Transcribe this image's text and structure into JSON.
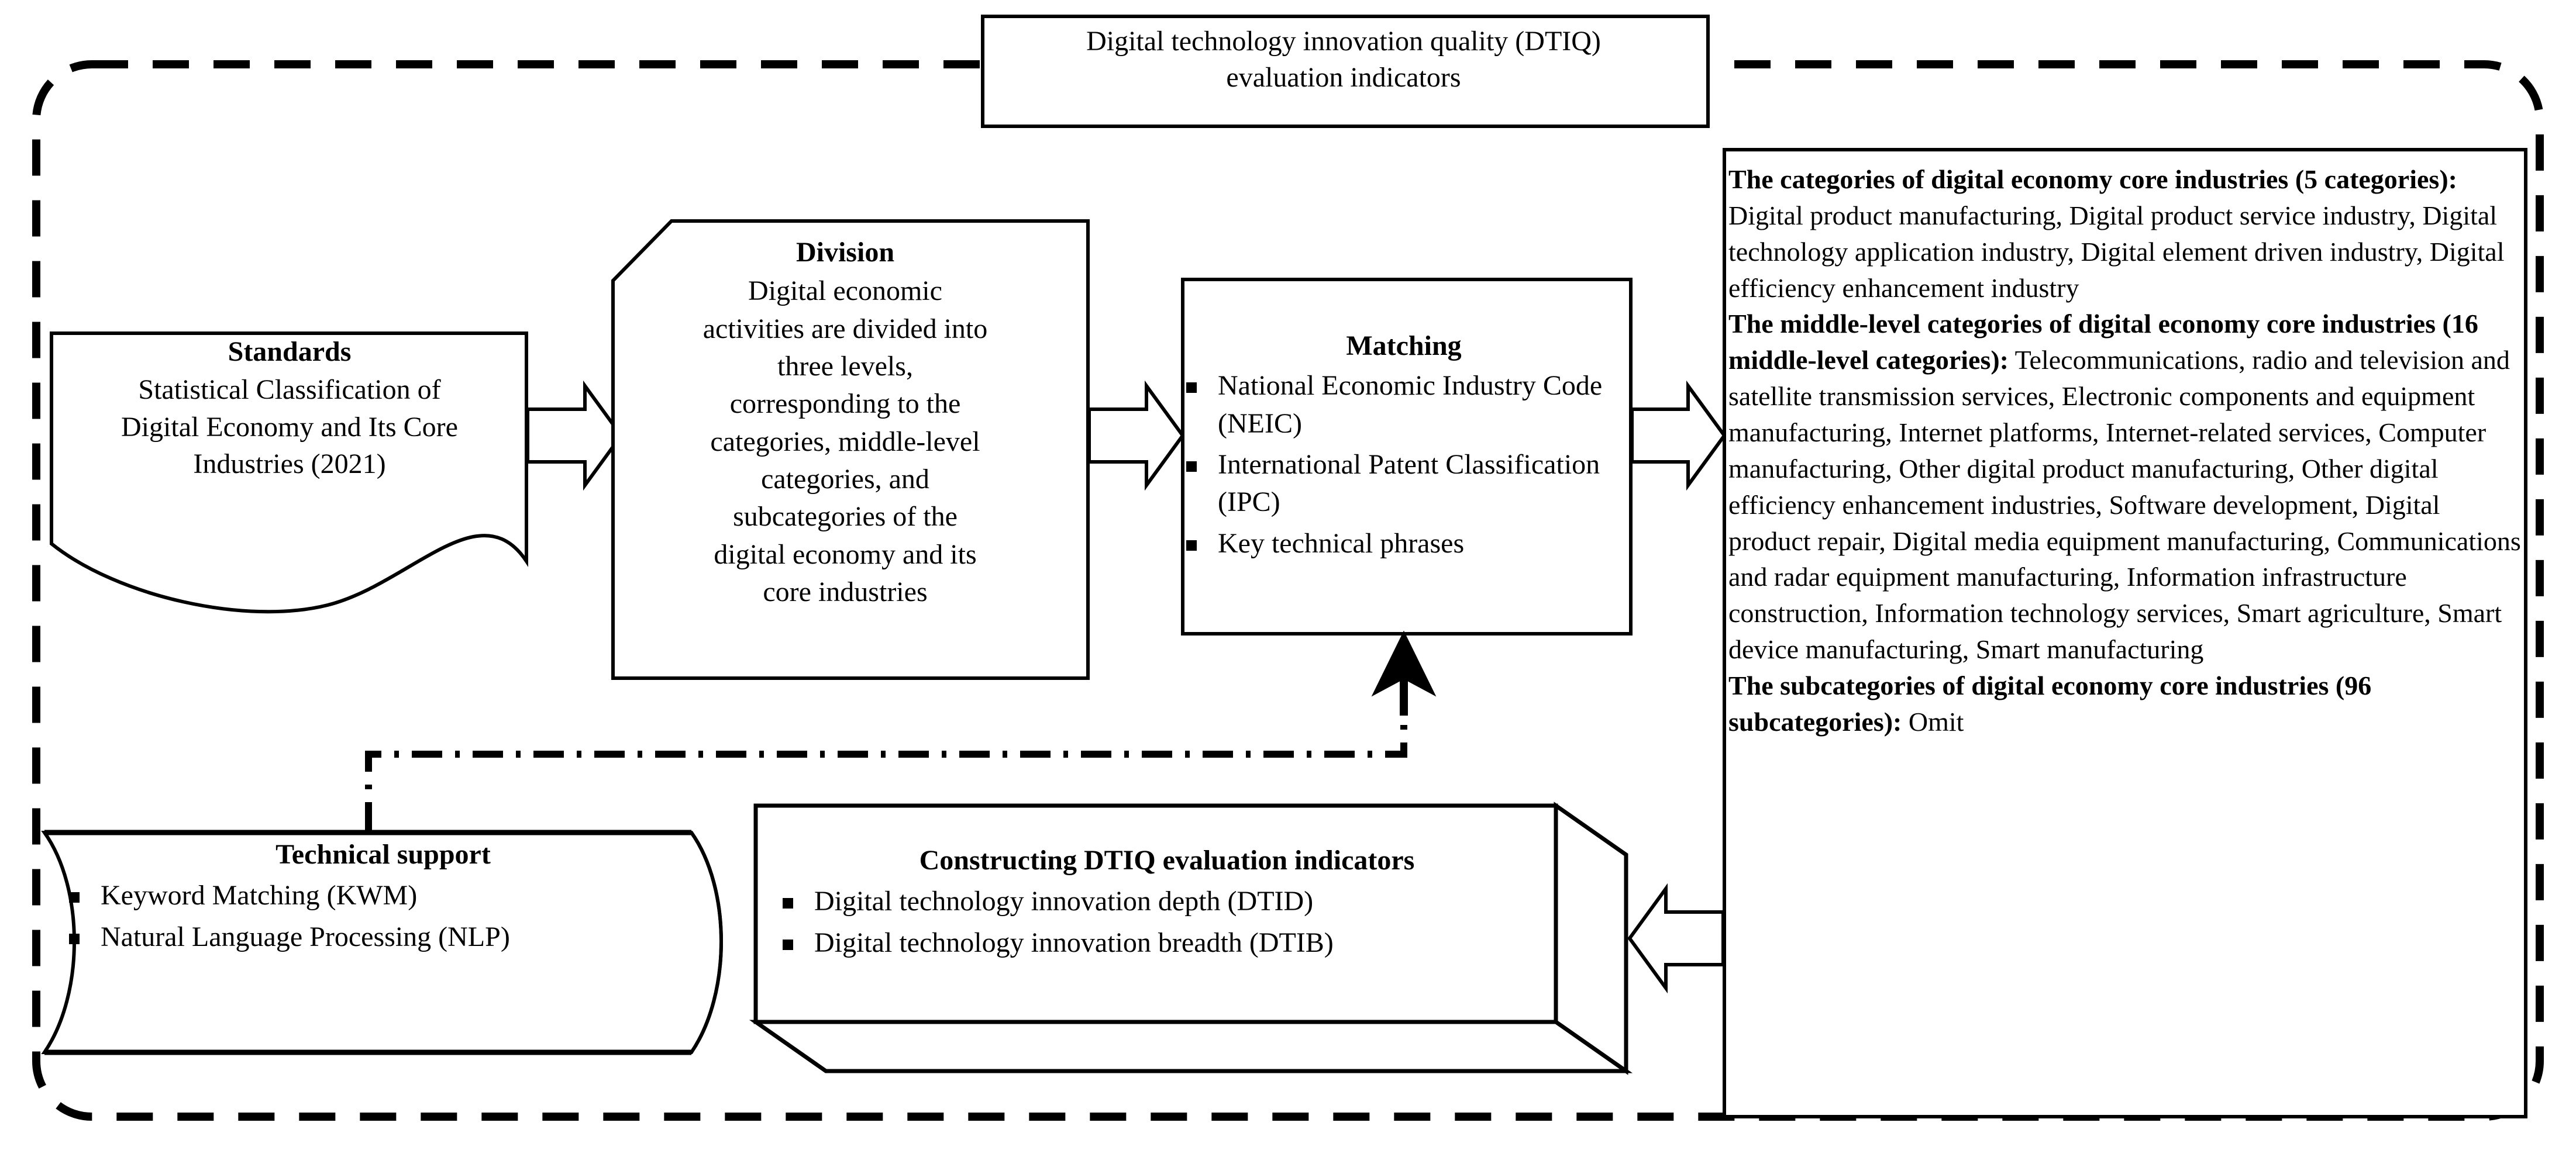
{
  "diagram": {
    "title_box": {
      "line1": "Digital technology innovation quality (DTIQ)",
      "line2": "evaluation indicators"
    },
    "outer_frame": {
      "style": "dashed-rounded-rectangle",
      "color": "#000000"
    },
    "nodes": {
      "standards": {
        "shape": "document-wave-bottom",
        "heading": "Standards",
        "body_line1": "Statistical Classification of",
        "body_line2": "Digital Economy and Its Core",
        "body_line3": "Industries (2021)"
      },
      "division": {
        "shape": "chamfered-top-left-rectangle",
        "heading": "Division",
        "body_line1": "Digital economic",
        "body_line2": "activities are divided into",
        "body_line3": "three levels,",
        "body_line4": "corresponding to the",
        "body_line5": "categories, middle-level",
        "body_line6": "categories, and",
        "body_line7": "subcategories of the",
        "body_line8": "digital economy and its",
        "body_line9": "core industries"
      },
      "matching": {
        "shape": "rectangle",
        "heading": "Matching",
        "bullets": [
          "National Economic Industry Code (NEIC)",
          "International Patent Classification (IPC)",
          "Key technical phrases"
        ]
      },
      "right_panel": {
        "shape": "rectangle",
        "sections": [
          {
            "bold_lead": "The categories of digital economy core industries (5 categories):",
            "body": " Digital product manufacturing, Digital product service industry, Digital technology application industry, Digital element driven industry, Digital efficiency enhancement industry"
          },
          {
            "bold_lead": "The middle-level categories of digital economy core industries (16  middle-level categories):",
            "body": " Telecommunications, radio and television and satellite transmission services, Electronic components and equipment manufacturing, Internet platforms, Internet-related services, Computer manufacturing, Other digital product manufacturing, Other digital efficiency enhancement industries, Software development, Digital product repair, Digital media equipment manufacturing, Communications and radar equipment manufacturing, Information infrastructure construction, Information technology services, Smart agriculture, Smart device manufacturing, Smart manufacturing"
          },
          {
            "bold_lead": "The subcategories of digital economy core industries (96 subcategories):",
            "body": " Omit"
          }
        ]
      },
      "technical_support": {
        "shape": "horizontal-cylinder",
        "heading": "Technical support",
        "bullets": [
          "Keyword Matching (KWM)",
          "Natural Language Processing (NLP)"
        ]
      },
      "constructing": {
        "shape": "cube-3d",
        "heading": "Constructing DTIQ evaluation indicators",
        "bullets": [
          "Digital technology innovation depth (DTID)",
          "Digital technology innovation breadth (DTIB)"
        ]
      }
    },
    "connectors": [
      {
        "name": "standards-to-division",
        "style": "block-arrow",
        "direction": "right"
      },
      {
        "name": "division-to-matching",
        "style": "block-arrow",
        "direction": "right"
      },
      {
        "name": "matching-to-right-panel",
        "style": "block-arrow",
        "direction": "right"
      },
      {
        "name": "right-panel-to-constructing",
        "style": "block-arrow",
        "direction": "left"
      },
      {
        "name": "technical-support-to-matching",
        "style": "dash-dot-line-with-solid-arrowhead",
        "direction": "up"
      }
    ]
  }
}
